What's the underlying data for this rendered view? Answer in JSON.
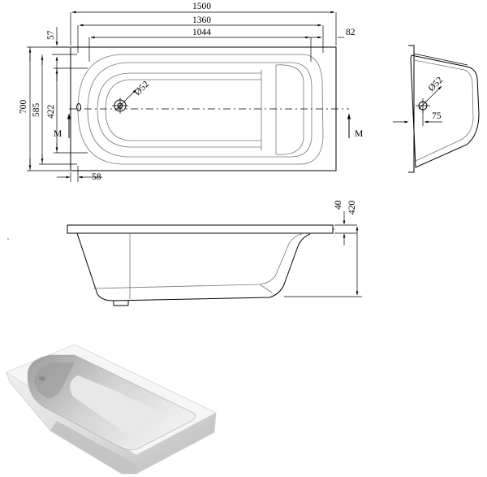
{
  "top_view": {
    "dims": {
      "length_overall": "1500",
      "length_inner": "1360",
      "length_bottom": "1044",
      "offset_right": "82",
      "offset_top": "57",
      "offset_left": "58",
      "width_overall": "700",
      "width_inner": "585",
      "width_bottom": "422",
      "drain_diameter": "Ø52"
    },
    "section_marks": {
      "left": "M",
      "right": "M"
    }
  },
  "side_view": {
    "dims": {
      "overflow_diameter": "Ø52",
      "overflow_offset": "75"
    }
  },
  "front_view": {
    "dims": {
      "rim_height": "40",
      "total_height": "420"
    }
  }
}
